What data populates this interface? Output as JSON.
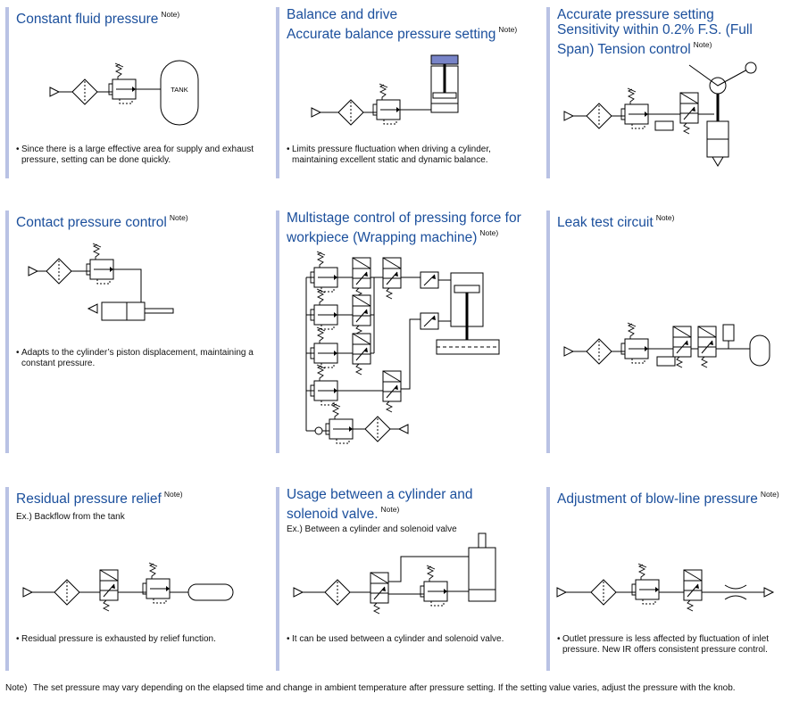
{
  "note_mark": "Note)",
  "cells": [
    {
      "title": [
        "Constant fluid pressure"
      ],
      "desc": "Since there is a large effective area for supply and exhaust pressure, setting can be done quickly.",
      "tank_label": "TANK"
    },
    {
      "title": [
        "Balance and drive",
        "Accurate balance pressure setting"
      ],
      "desc": "Limits pressure fluctuation when driving a cylinder, maintaining excellent static and dynamic balance."
    },
    {
      "title": [
        "Accurate pressure setting",
        "Sensitivity within 0.2% F.S. (Full",
        "Span) Tension control"
      ],
      "desc": ""
    },
    {
      "title": [
        "Contact pressure control"
      ],
      "desc": "Adapts to the cylinder’s piston displacement, maintaining a constant pressure."
    },
    {
      "title": [
        "Multistage control of pressing force for",
        "workpiece (Wrapping machine)"
      ],
      "desc": ""
    },
    {
      "title": [
        "Leak test circuit"
      ],
      "desc": ""
    },
    {
      "title": [
        "Residual pressure relief"
      ],
      "sub": "Ex.) Backflow from the tank",
      "desc": "Residual pressure is exhausted by relief function."
    },
    {
      "title": [
        "Usage between a cylinder and",
        "solenoid valve."
      ],
      "sub": "Ex.) Between a cylinder and solenoid valve",
      "desc": "It can be used between a cylinder and solenoid valve."
    },
    {
      "title": [
        "Adjustment of blow-line pressure"
      ],
      "desc": "Outlet pressure is less affected by fluctuation of inlet pressure. New IR offers consistent pressure control."
    }
  ],
  "footnote": {
    "label": "Note)",
    "text": "The set pressure may vary depending on the elapsed time and change in ambient temperature after pressure setting. If the setting value varies, adjust the pressure with the knob."
  }
}
